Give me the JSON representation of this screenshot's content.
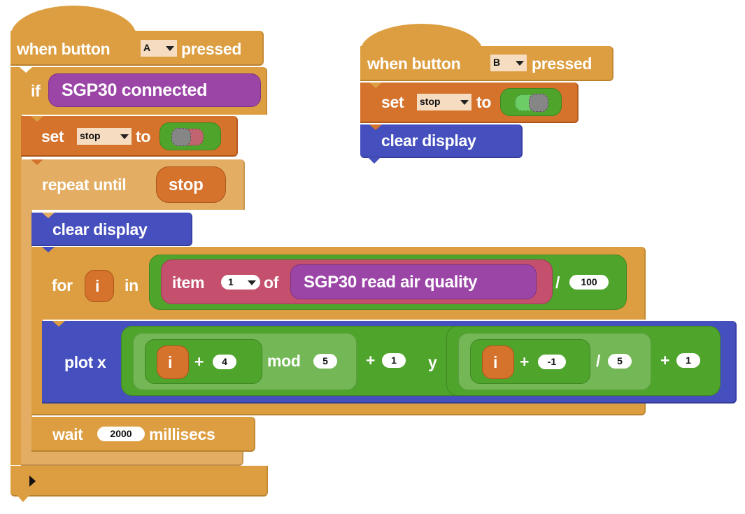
{
  "script_a": {
    "hat": {
      "prefix": "when button",
      "button": "A",
      "suffix": "pressed"
    },
    "if_block": {
      "keyword": "if",
      "condition": "SGP30 connected"
    },
    "set_block": {
      "keyword": "set",
      "variable": "stop",
      "to": "to",
      "toggle_state": "false"
    },
    "repeat_block": {
      "keyword": "repeat until",
      "condition_var": "stop"
    },
    "clear_display": "clear display",
    "for_block": {
      "keyword": "for",
      "var": "i",
      "in": "in",
      "item_label": "item",
      "item_index": "1",
      "of": "of",
      "source": "SGP30 read air quality",
      "divide_op": "/",
      "divisor": "100"
    },
    "plot_block": {
      "label_x": "plot x",
      "x_var": "i",
      "x_plus": "+",
      "x_add": "4",
      "x_mod": "mod",
      "x_mod_val": "5",
      "x_plus2": "+",
      "x_add2": "1",
      "label_y": "y",
      "y_var": "i",
      "y_plus": "+",
      "y_add": "-1",
      "y_div": "/",
      "y_div_val": "5",
      "y_plus2": "+",
      "y_add2": "1"
    },
    "wait_block": {
      "keyword": "wait",
      "value": "2000",
      "unit": "millisecs"
    }
  },
  "script_b": {
    "hat": {
      "prefix": "when button",
      "button": "B",
      "suffix": "pressed"
    },
    "set_block": {
      "keyword": "set",
      "variable": "stop",
      "to": "to",
      "toggle_state": "true"
    },
    "clear_display": "clear display"
  },
  "colors": {
    "control": "#dd9e41",
    "variables": "#d5722b",
    "display": "#4550be",
    "sensor": "#9b45a7",
    "lists": "#c4506e",
    "operators": "#4fa42c"
  }
}
